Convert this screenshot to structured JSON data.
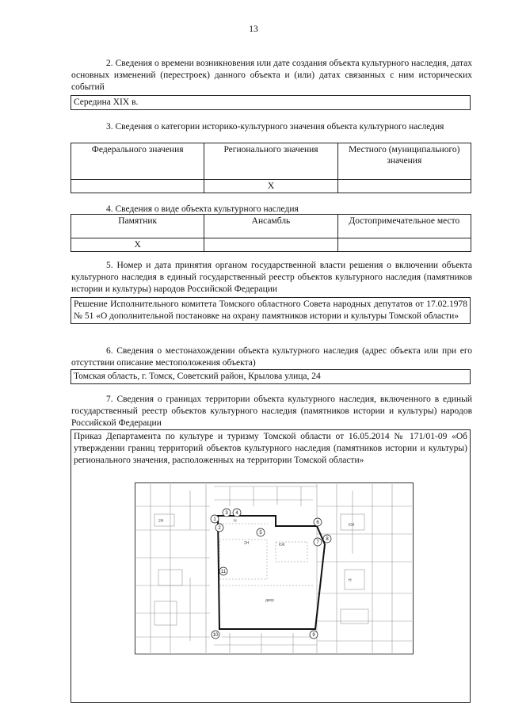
{
  "page_number": "13",
  "s2": {
    "text": "2. Сведения о времени возникновения или дате создания объекта культурного наследия, датах основных изменений (перестроек) данного объекта и (или) датах связанных с ним исторических событий",
    "value": "Середина XIX в."
  },
  "s3": {
    "text": "3. Сведения о категории историко-культурного значения объекта культурного наследия",
    "headers": [
      "Федерального значения",
      "Регионального значения",
      "Местного (муниципального) значения"
    ],
    "marks": [
      "",
      "X",
      ""
    ]
  },
  "s4": {
    "text": "4. Сведения о виде объекта культурного наследия",
    "headers": [
      "Памятник",
      "Ансамбль",
      "Достопримечательное место"
    ],
    "marks": [
      "X",
      "",
      ""
    ]
  },
  "s5": {
    "text": "5. Номер и дата принятия органом государственной власти решения о включении объекта культурного наследия в единый государственный реестр объектов культурного наследия (памятников истории и культуры) народов Российской Федерации",
    "value": "Решение Исполнительного комитета Томского областного Совета народных депутатов от 17.02.1978 № 51 «О дополнительной постановке на охрану памятников истории и культуры Томской области»"
  },
  "s6": {
    "text": "6. Сведения о местонахождении объекта культурного наследия (адрес объекта или при его отсутствии описание местоположения объекта)",
    "value": "Томская область, г. Томск, Советский район, Крылова улица, 24"
  },
  "s7": {
    "text": "7. Сведения о границах территории объекта культурного наследия, включенного в единый государственный реестр объектов культурного наследия (памятников истории и культуры) народов Российской Федерации",
    "value": "Приказ Департамента по культуре и туризму Томской области от 16.05.2014 № 171/01-09 «Об утверждении границ территорий объектов культурного наследия (памятников истории и культуры) регионального значения, расположенных на территории Томской области»"
  },
  "map": {
    "points": [
      "1",
      "2",
      "3",
      "4",
      "5",
      "6",
      "7",
      "8",
      "9",
      "10",
      "11"
    ],
    "labels": [
      "2Н",
      "Н",
      "КЖ",
      "двор",
      "2Н",
      "КЖ",
      "Н"
    ]
  }
}
